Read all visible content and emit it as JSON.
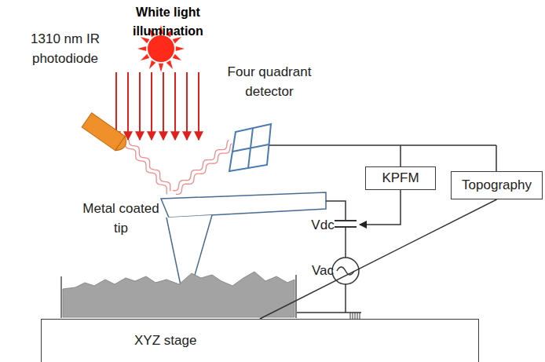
{
  "diagram": {
    "nodes": [
      {
        "text": [
          "KPFM"
        ]
      },
      {
        "text": [
          "Topography"
        ]
      },
      {
        "text": [
          "XYZ stage"
        ]
      }
    ],
    "edges": [
      {
        "from": 1,
        "to": 2,
        "arrow": "none"
      }
    ],
    "labels": [
      "White light illumination",
      "1310 nm IR photodiode",
      "Four quadrant detector",
      "Metal coated tip",
      "Vdc",
      "Vac"
    ]
  }
}
